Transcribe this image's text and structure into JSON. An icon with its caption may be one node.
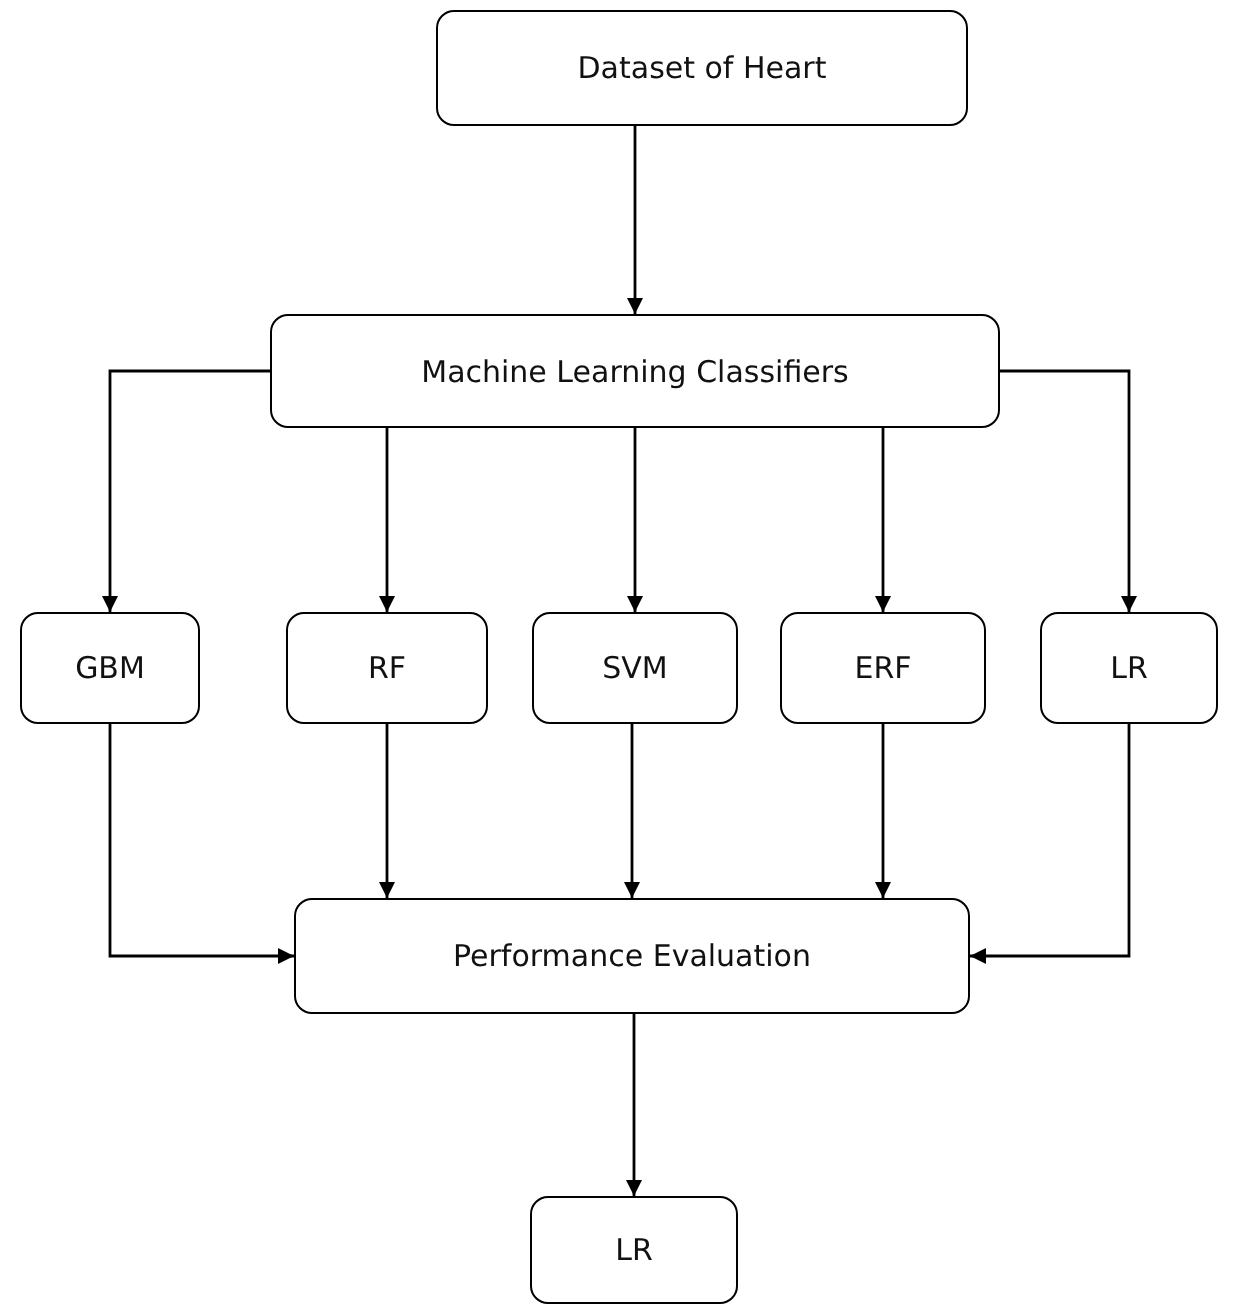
{
  "diagram": {
    "nodes": [
      {
        "text": [
          "Dataset of Heart"
        ]
      },
      {
        "text": [
          "Machine Learning Classifiers"
        ]
      },
      {
        "text": [
          "GBM"
        ]
      },
      {
        "text": [
          "RF"
        ]
      },
      {
        "text": [
          "SVM"
        ]
      },
      {
        "text": [
          "ERF"
        ]
      },
      {
        "text": [
          "LR"
        ]
      },
      {
        "text": [
          "Performance Evaluation"
        ]
      },
      {
        "text": [
          "LR"
        ]
      }
    ],
    "edges": [
      {
        "from": 0,
        "to": 1,
        "arrow": "to"
      },
      {
        "from": 1,
        "to": 2,
        "arrow": "to"
      },
      {
        "from": 1,
        "to": 3,
        "arrow": "to"
      },
      {
        "from": 1,
        "to": 4,
        "arrow": "to"
      },
      {
        "from": 1,
        "to": 5,
        "arrow": "to"
      },
      {
        "from": 1,
        "to": 6,
        "arrow": "to"
      },
      {
        "from": 2,
        "to": 7,
        "arrow": "to"
      },
      {
        "from": 3,
        "to": 7,
        "arrow": "to"
      },
      {
        "from": 4,
        "to": 7,
        "arrow": "to"
      },
      {
        "from": 5,
        "to": 7,
        "arrow": "to"
      },
      {
        "from": 6,
        "to": 7,
        "arrow": "to"
      },
      {
        "from": 7,
        "to": 8,
        "arrow": "to"
      }
    ]
  }
}
